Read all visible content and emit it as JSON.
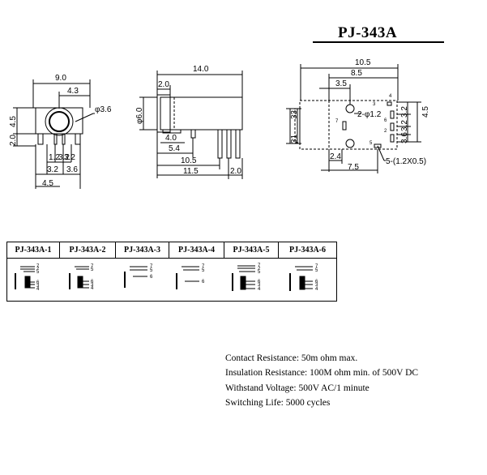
{
  "title": "PJ-343A",
  "front_view": {
    "dims": [
      "9.0",
      "4.3",
      "4.5",
      "2.0",
      "3.6",
      "1.2",
      "3.2",
      "3.2",
      "3.6",
      "4.5"
    ],
    "hole_label": "φ3.6"
  },
  "side_view": {
    "dims": [
      "14.0",
      "2.0",
      "φ6.0",
      "4.0",
      "5.4",
      "10.5",
      "11.5",
      "2.0"
    ]
  },
  "pcb_view": {
    "dims": [
      "10.5",
      "8.5",
      "3.5",
      "2-φ1.2",
      "3.2",
      "4.5",
      "3.2",
      "3.2",
      "3.6",
      "33",
      "31",
      "2.4",
      "7.5",
      "5-(1.2X0.5)"
    ],
    "pin_labels": [
      "4",
      "3",
      "6",
      "7",
      "2",
      "5"
    ]
  },
  "variants": [
    {
      "name": "PJ-343A-1",
      "pins": [
        "7",
        "2",
        "5",
        "6",
        "3",
        "4"
      ]
    },
    {
      "name": "PJ-343A-2",
      "pins": [
        "7",
        "5",
        "6",
        "3",
        "4"
      ]
    },
    {
      "name": "PJ-343A-3",
      "pins": [
        "7",
        "5",
        "6"
      ]
    },
    {
      "name": "PJ-343A-4",
      "pins": [
        "7",
        "5",
        "6"
      ]
    },
    {
      "name": "PJ-343A-5",
      "pins": [
        "7",
        "2",
        "5",
        "6",
        "3",
        "4"
      ]
    },
    {
      "name": "PJ-343A-6",
      "pins": [
        "7",
        "5",
        "6",
        "3",
        "4"
      ]
    }
  ],
  "specs": [
    "Contact Resistance:    50m ohm max.",
    "Insulation Resistance: 100M ohm min. of 500V DC",
    "Withstand Voltage: 500V AC/1 minute",
    "Switching Life: 5000 cycles"
  ]
}
